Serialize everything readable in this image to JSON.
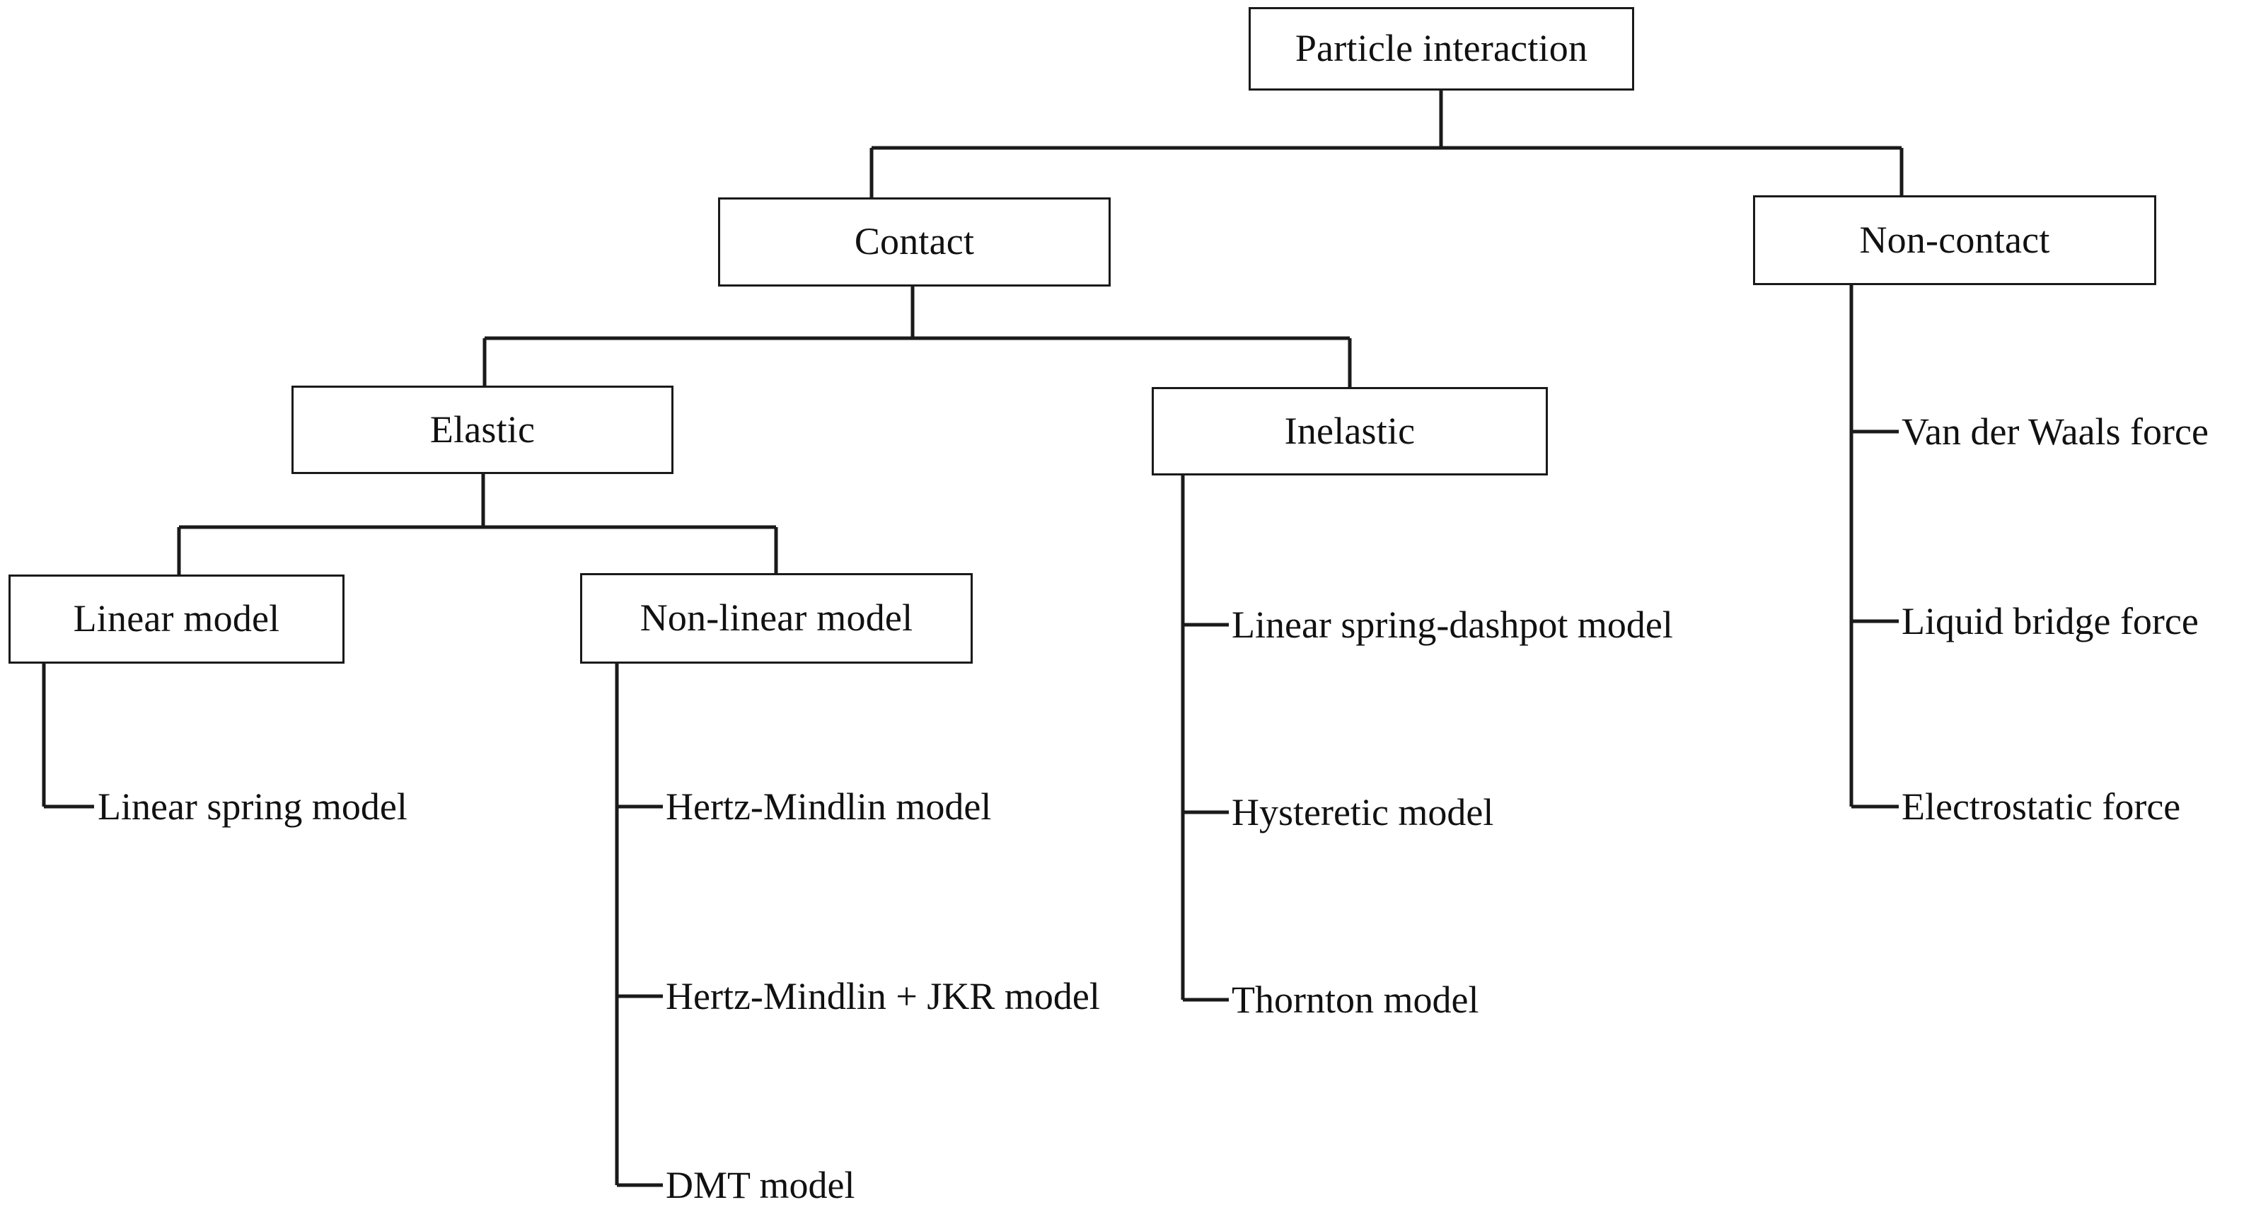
{
  "diagram": {
    "title": "Particle interaction classification tree",
    "type": "hierarchy-tree",
    "background_color": "#ffffff",
    "line_color": "#1a1a1a",
    "text_color": "#111111"
  },
  "nodes": {
    "root": {
      "label": "Particle interaction"
    },
    "contact": {
      "label": "Contact"
    },
    "non_contact": {
      "label": "Non-contact"
    },
    "elastic": {
      "label": "Elastic"
    },
    "inelastic": {
      "label": "Inelastic"
    },
    "linear_model": {
      "label": "Linear model"
    },
    "non_linear_model": {
      "label": "Non-linear model"
    }
  },
  "leaves": {
    "linear_model_children": [
      {
        "label": "Linear spring model"
      }
    ],
    "non_linear_model_children": [
      {
        "label": "Hertz-Mindlin model"
      },
      {
        "label": "Hertz-Mindlin + JKR model"
      },
      {
        "label": "DMT model"
      }
    ],
    "inelastic_children": [
      {
        "label": "Linear spring-dashpot model"
      },
      {
        "label": "Hysteretic model"
      },
      {
        "label": "Thornton model"
      }
    ],
    "non_contact_children": [
      {
        "label": "Van der Waals force"
      },
      {
        "label": "Liquid bridge force"
      },
      {
        "label": "Electrostatic force"
      }
    ]
  }
}
